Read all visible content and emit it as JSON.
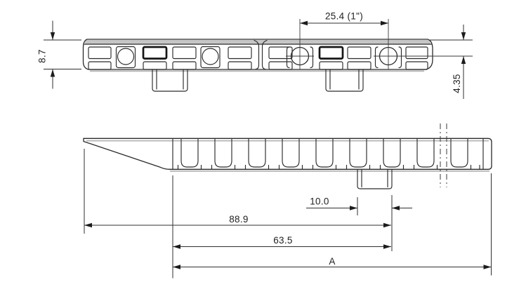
{
  "drawing": {
    "type": "engineering-dimension-drawing",
    "dimensions": {
      "slot_pitch": "25.4  (1\")",
      "profile_height": "8.7",
      "top_to_center": "4.35",
      "tab_width": "10.0",
      "length_to_tab": "88.9",
      "slotted_length": "63.5",
      "overall_length": "A"
    },
    "colors": {
      "line": "#2b2b2b",
      "shade": "#c6c6c6",
      "dimension": "#2f2f2f",
      "background": "#ffffff"
    }
  }
}
